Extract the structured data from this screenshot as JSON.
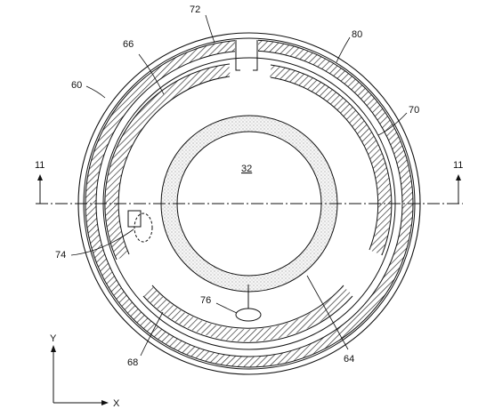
{
  "figure": {
    "labels": {
      "outer_ring": "80",
      "top_ring": "72",
      "left_outer": "60",
      "upper_left_segment": "66",
      "right_segment": "70",
      "center_lens": "32",
      "section_left": "11",
      "section_right": "11",
      "left_component": "74",
      "bottom_component": "76",
      "bottom_left_segment": "68",
      "inner_ring": "64"
    },
    "axes": {
      "y": "Y",
      "x": "X"
    }
  }
}
